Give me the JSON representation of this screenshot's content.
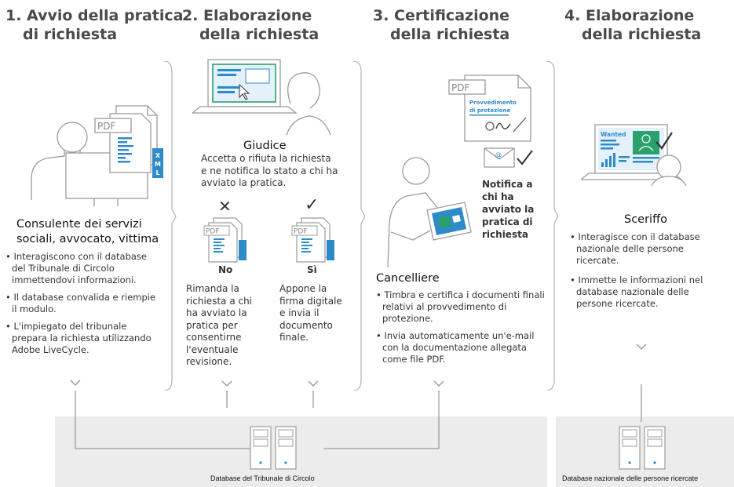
{
  "steps": [
    {
      "title_1": "1. Avvio della pratica",
      "title_2": "di richiesta"
    },
    {
      "title_1": "2. Elaborazione",
      "title_2": "della richiesta"
    },
    {
      "title_1": "3. Certificazione",
      "title_2": "della richiesta"
    },
    {
      "title_1": "4. Elaborazione",
      "title_2": "della richiesta"
    }
  ],
  "col1": {
    "role_1": "Consulente dei servizi",
    "role_2": "sociali, avvocato, vittima",
    "bullets": [
      "Interagiscono con il database del Tribunale di Circolo immettendovi informazioni.",
      "Il database convalida e riempie il modulo.",
      "L'impiegato del tribunale prepara la richiesta utilizzando Adobe LiveCycle."
    ]
  },
  "col2": {
    "role": "Giudice",
    "desc": "Accetta o rifiuta la richiesta e ne notifica lo stato a chi ha avviato la pratica.",
    "no_mark": "✕",
    "yes_mark": "✓",
    "no_label": "No",
    "yes_label": "Sì",
    "no_text": "Rimanda la richiesta a chi ha avviato la pratica per consentirne l'eventuale revisione.",
    "yes_text": "Appone la firma digitale e invia il documento finale."
  },
  "col3": {
    "role": "Cancelliere",
    "notify": "Notifica a chi ha avviato la pratica di richiesta",
    "doc_title_1": "Provvedimento",
    "doc_title_2": "di protezione",
    "bullets": [
      "Timbra e certifica i documenti finali relativi al provvedimento di protezione.",
      "Invia automaticamente un'e-mail con la documentazione allegata come file PDF."
    ]
  },
  "col4": {
    "role": "Sceriffo",
    "wanted": "Wanted",
    "bullets": [
      "Interagisce con il database nazionale delle persone ricercate.",
      "Immette le informazioni nel database nazionale delle persone ricercate."
    ]
  },
  "pdf": "PDF",
  "xml": "XML",
  "db1_label": "Database del Tribunale di Circolo",
  "db2_label": "Database nazionale delle persone ricercate",
  "colors": {
    "accent": "#2e8bc9",
    "panel": "#ececec",
    "gray": "#9b9b9b",
    "green": "#2aa06a"
  }
}
